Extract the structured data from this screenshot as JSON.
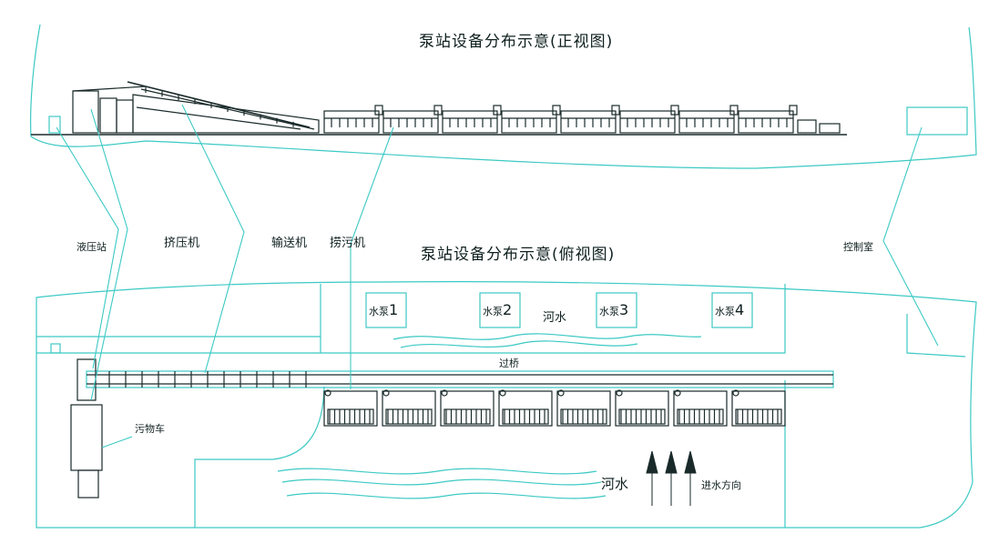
{
  "colors": {
    "line": "#3cc9c4",
    "dark": "#1a2a2a",
    "text": "#0f1f1f"
  },
  "front_view_title": "泵站设备分布示意(正视图)",
  "top_view_title": "泵站设备分布示意(俯视图)",
  "labels": {
    "hydraulic_station": "液压站",
    "press": "挤压机",
    "conveyor": "输送机",
    "trash_rake": "捞污机",
    "control_room": "控制室",
    "bridge": "过桥",
    "dirt_cart": "污物车",
    "river_upper": "河水",
    "river_lower": "河水",
    "inflow_direction": "进水方向"
  },
  "pumps": [
    {
      "text": "水泵",
      "number": "1"
    },
    {
      "text": "水泵",
      "number": "2"
    },
    {
      "text": "水泵",
      "number": "3"
    },
    {
      "text": "水泵",
      "number": "4"
    }
  ]
}
